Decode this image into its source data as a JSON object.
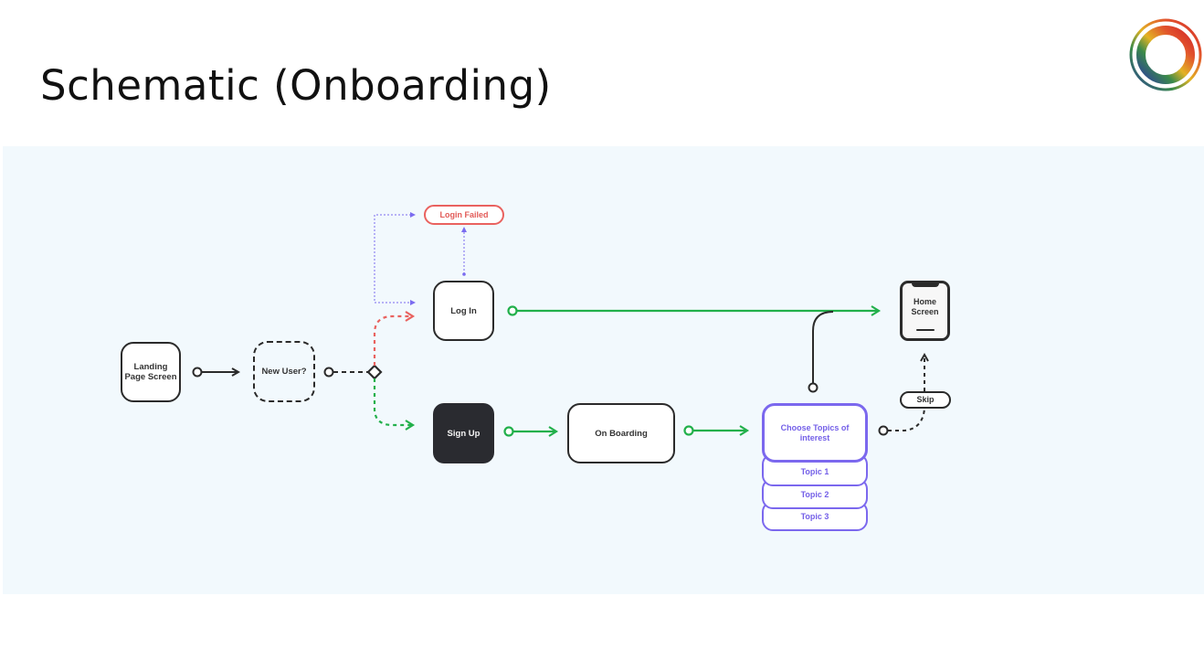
{
  "slide": {
    "title": "Schematic (Onboarding)",
    "logo_icon": "rainbow-ring-logo"
  },
  "colors": {
    "panel_background": "#f2f9fd",
    "node_stroke": "#2b2b2b",
    "success_green": "#22b04b",
    "error_red": "#e9625f",
    "retry_purple": "#7b6cf0",
    "topics_purple": "#7b68ee",
    "signup_fill": "#2a2b30"
  },
  "diagram": {
    "nodes": {
      "landing": "Landing Page Screen",
      "landing_line1": "Landing",
      "landing_line2": "Page Screen",
      "new_user": "New User?",
      "login": "Log In",
      "login_failed": "Login Failed",
      "signup": "Sign Up",
      "onboarding": "On Boarding",
      "choose_topics": "Choose Topics of interest",
      "topics": [
        "Topic 1",
        "Topic 2",
        "Topic 3"
      ],
      "skip": "Skip",
      "home_line1": "Home",
      "home_line2": "Screen"
    },
    "edges": [
      {
        "from": "Landing Page Screen",
        "to": "New User?",
        "style": "solid",
        "color": "dark"
      },
      {
        "from": "New User?",
        "to": "decision",
        "style": "dashed",
        "color": "dark"
      },
      {
        "from": "decision",
        "to": "Log In",
        "style": "dashed",
        "color": "red"
      },
      {
        "from": "decision",
        "to": "Sign Up",
        "style": "dashed",
        "color": "green"
      },
      {
        "from": "Log In",
        "to": "Login Failed",
        "style": "dotted",
        "color": "purple"
      },
      {
        "from": "Login Failed",
        "to": "Log In",
        "style": "dotted",
        "color": "purple"
      },
      {
        "from": "Log In",
        "to": "Home Screen",
        "style": "solid",
        "color": "green"
      },
      {
        "from": "Sign Up",
        "to": "On Boarding",
        "style": "solid",
        "color": "green"
      },
      {
        "from": "On Boarding",
        "to": "Choose Topics of interest",
        "style": "solid",
        "color": "green"
      },
      {
        "from": "Choose Topics of interest",
        "to": "Home Screen",
        "style": "solid",
        "color": "dark"
      },
      {
        "from": "Choose Topics of interest",
        "to": "Home Screen",
        "via": "Skip",
        "style": "dashed",
        "color": "dark"
      }
    ]
  }
}
